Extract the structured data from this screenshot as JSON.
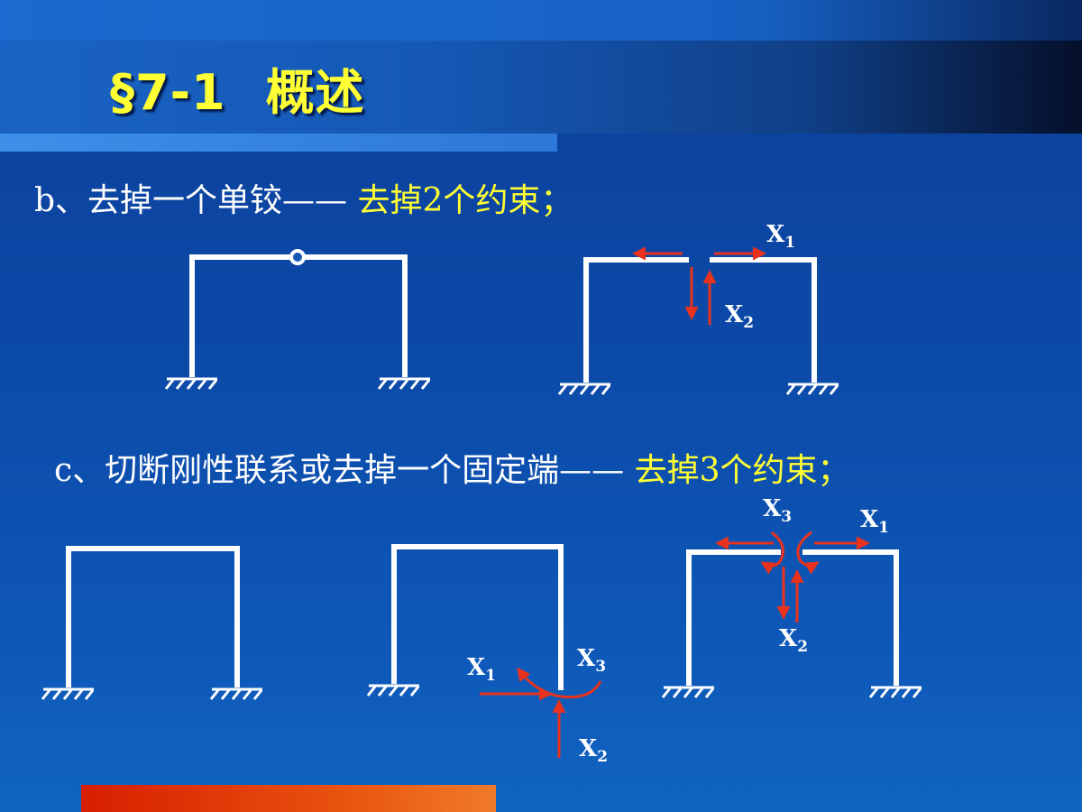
{
  "title": {
    "section": "§7-1",
    "name": "概述"
  },
  "item_b": {
    "prefix": "b、去掉一个单铰——",
    "highlight": "去掉2个约束；"
  },
  "item_c": {
    "prefix": "c、切断刚性联系或去掉一个固定端——",
    "highlight": "去掉3个约束；"
  },
  "labels": {
    "b_x1": "X",
    "b_x1_sub": "1",
    "b_x2": "X",
    "b_x2_sub": "2",
    "c2_x1": "X",
    "c2_x1_sub": "1",
    "c2_x2": "X",
    "c2_x2_sub": "2",
    "c2_x3": "X",
    "c2_x3_sub": "3",
    "c3_x1": "X",
    "c3_x1_sub": "1",
    "c3_x2": "X",
    "c3_x2_sub": "2",
    "c3_x3": "X",
    "c3_x3_sub": "3"
  },
  "colors": {
    "title": "#ffff33",
    "highlight": "#ffff33",
    "frame": "#ffffff",
    "force_arrow": "#e8321e"
  }
}
